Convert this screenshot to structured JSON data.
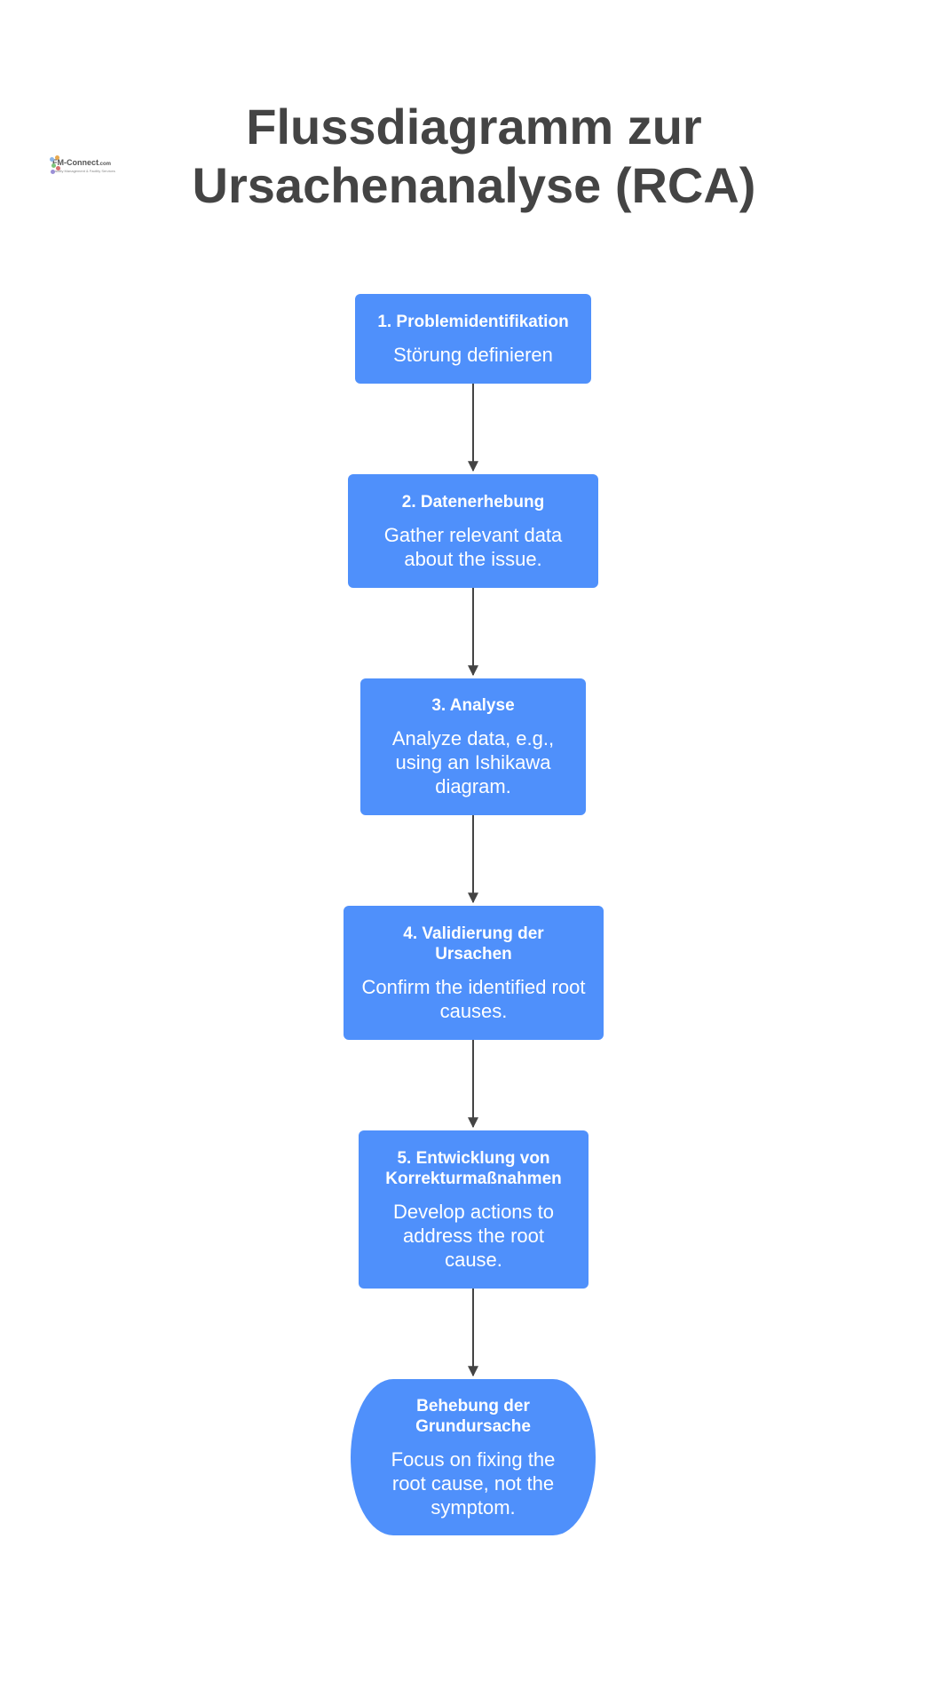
{
  "title": "Flussdiagramm zur Ursachenanalyse (RCA)",
  "logo": {
    "text": "FM-Connect",
    "suffix": ".com",
    "tagline": "Facility Management & Facility Services"
  },
  "steps": [
    {
      "title": "1. Problemidentifikation",
      "description": "Störung definieren"
    },
    {
      "title": "2. Datenerhebung",
      "description": "Gather relevant data about the issue."
    },
    {
      "title": "3. Analyse",
      "description": "Analyze data, e.g., using an Ishikawa diagram."
    },
    {
      "title": "4. Validierung der Ursachen",
      "description": "Confirm the identified root causes."
    },
    {
      "title": "5. Entwicklung von Korrekturmaßnahmen",
      "description": "Develop actions to address the root cause."
    },
    {
      "title": "Behebung der Grundursache",
      "description": "Focus on fixing the root cause, not the symptom."
    }
  ],
  "colors": {
    "node_fill": "#4f90fb",
    "node_text": "#ffffff",
    "title_text": "#444444",
    "connector": "#444444"
  }
}
